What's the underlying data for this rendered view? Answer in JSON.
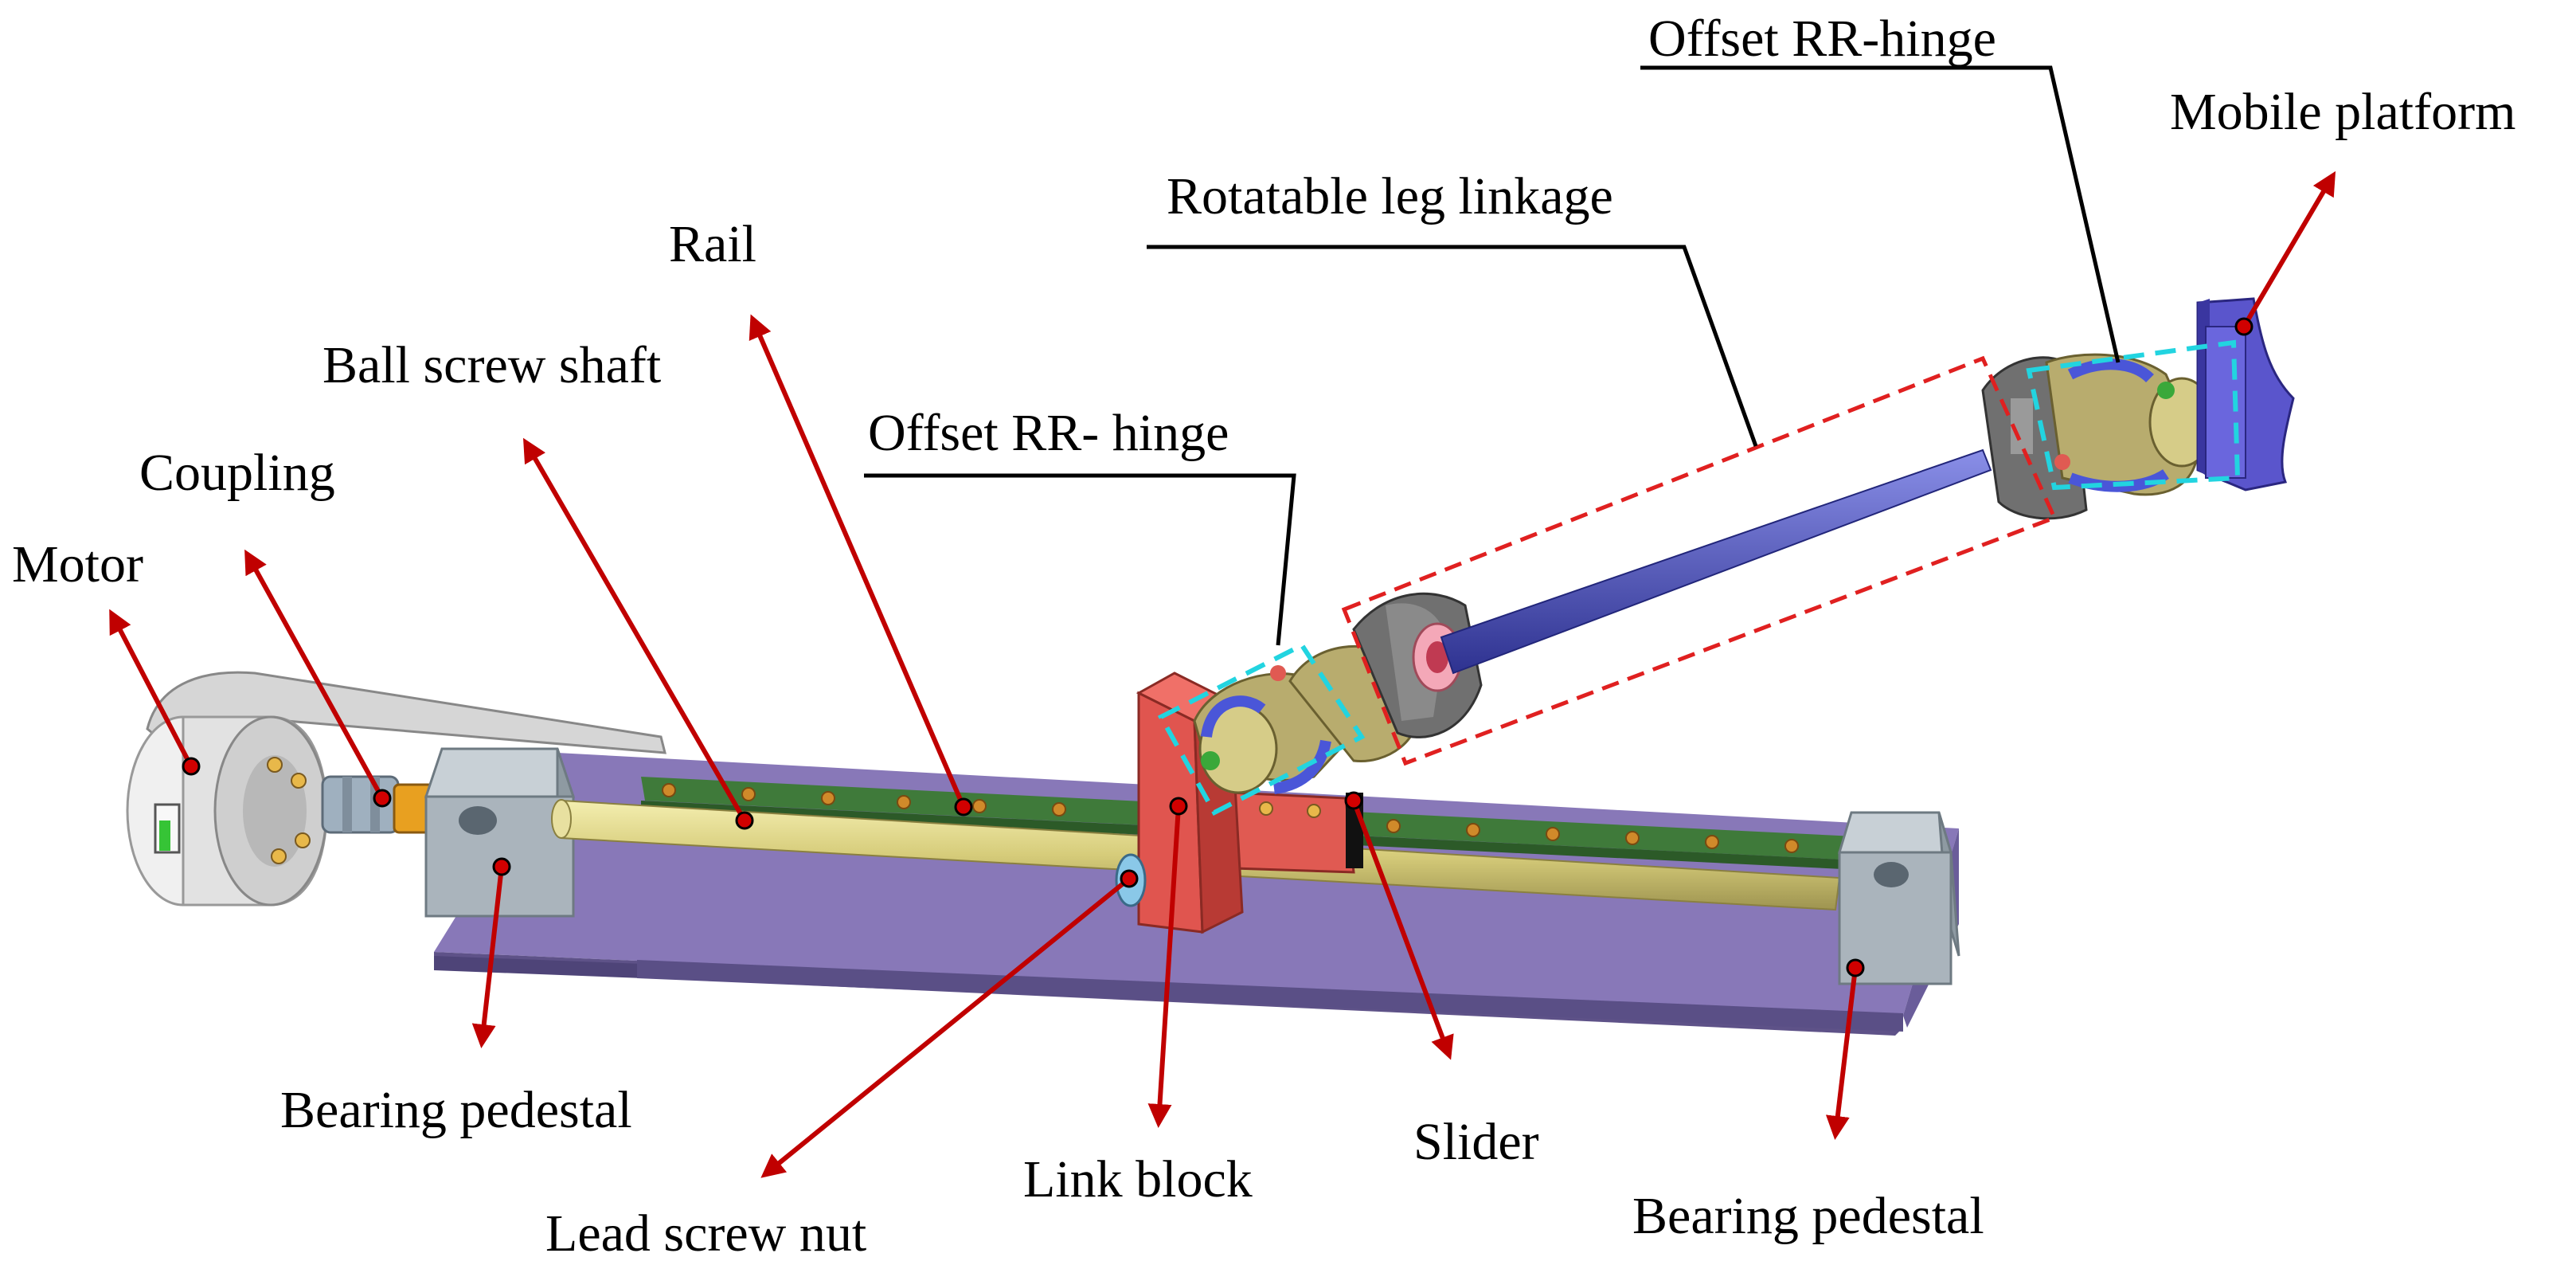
{
  "colors": {
    "arrow": "#c00000",
    "base_plate": "#8878b8",
    "base_plate_side": "#5e5288",
    "rail": "#3f7a3a",
    "shaft": "#d6cc7a",
    "pedestal": "#a8b2b8",
    "link_block": "#e0554f",
    "leg_rod": "#4a4fb8",
    "hinge_body": "#b8ac6e",
    "hinge_frame": "#666666",
    "mobile_platform": "#5a55cc",
    "motor": "#e8e8e8",
    "hinge_box": "#22d4e0",
    "leg_box": "#e02020"
  },
  "labels": {
    "motor": "Motor",
    "coupling": "Coupling",
    "ball_screw_shaft": "Ball screw shaft",
    "rail": "Rail",
    "offset_rr_hinge_lower": "Offset RR- hinge",
    "offset_rr_hinge_upper": "Offset RR-hinge",
    "rotatable_leg_linkage": "Rotatable leg linkage",
    "mobile_platform": "Mobile platform",
    "bearing_pedestal_left": "Bearing pedestal",
    "lead_screw_nut": "Lead screw nut",
    "link_block": "Link block",
    "slider": "Slider",
    "bearing_pedestal_right": "Bearing pedestal"
  }
}
